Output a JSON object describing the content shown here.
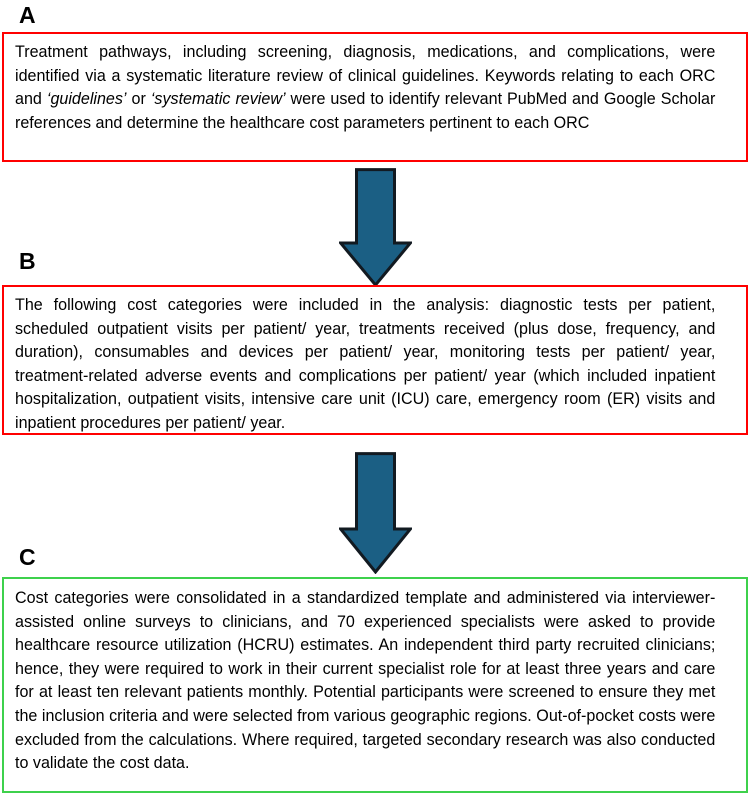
{
  "figure": {
    "type": "flow-diagram",
    "orientation": "vertical",
    "background_color": "#ffffff",
    "panel_count": 3,
    "arrow_count": 2
  },
  "colors": {
    "red_border": "#ff0000",
    "green_border": "#3ed14c",
    "arrow_fill": "#1b5f84",
    "arrow_stroke": "#121a21",
    "text": "#000000",
    "background": "#ffffff"
  },
  "panels": [
    {
      "id": "A",
      "label": "A",
      "border_color": "#ff0000",
      "text": "Treatment pathways, including screening, diagnosis, medications, and complications, were identified via a systematic literature review of clinical guidelines. Keywords relating to each ORC and ",
      "text_italic_1": "‘guidelines’",
      "text_mid": " or ",
      "text_italic_2": "‘systematic review’",
      "text_end": " were used to identify relevant PubMed and Google Scholar references and determine the healthcare cost parameters pertinent to each ORC"
    },
    {
      "id": "B",
      "label": "B",
      "border_color": "#ff0000",
      "text": "The following cost categories were included in the analysis: diagnostic tests per patient, scheduled outpatient visits per patient/ year, treatments received (plus dose, frequency, and duration), consumables and devices per patient/ year, monitoring tests per patient/ year, treatment-related adverse events and complications per patient/ year (which included inpatient hospitalization, outpatient visits, intensive care unit (ICU) care, emergency room (ER) visits and inpatient procedures per patient/ year."
    },
    {
      "id": "C",
      "label": "C",
      "border_color": "#3ed14c",
      "text": "Cost categories were consolidated in a standardized template and administered via interviewer-assisted online surveys to clinicians, and 70 experienced specialists were asked to provide healthcare resource utilization (HCRU) estimates. An independent third party recruited clinicians; hence, they were required to work in their current specialist role for at least three years and care for at least ten relevant patients monthly. Potential participants were screened to ensure they met the inclusion criteria and were selected from various geographic regions. Out-of-pocket costs were excluded from the calculations.  Where required, targeted secondary research was also conducted to validate the cost data."
    }
  ],
  "arrows": [
    {
      "id": "arrow-a-to-b",
      "direction": "down",
      "from": "A",
      "to": "B"
    },
    {
      "id": "arrow-b-to-c",
      "direction": "down",
      "from": "B",
      "to": "C"
    }
  ]
}
